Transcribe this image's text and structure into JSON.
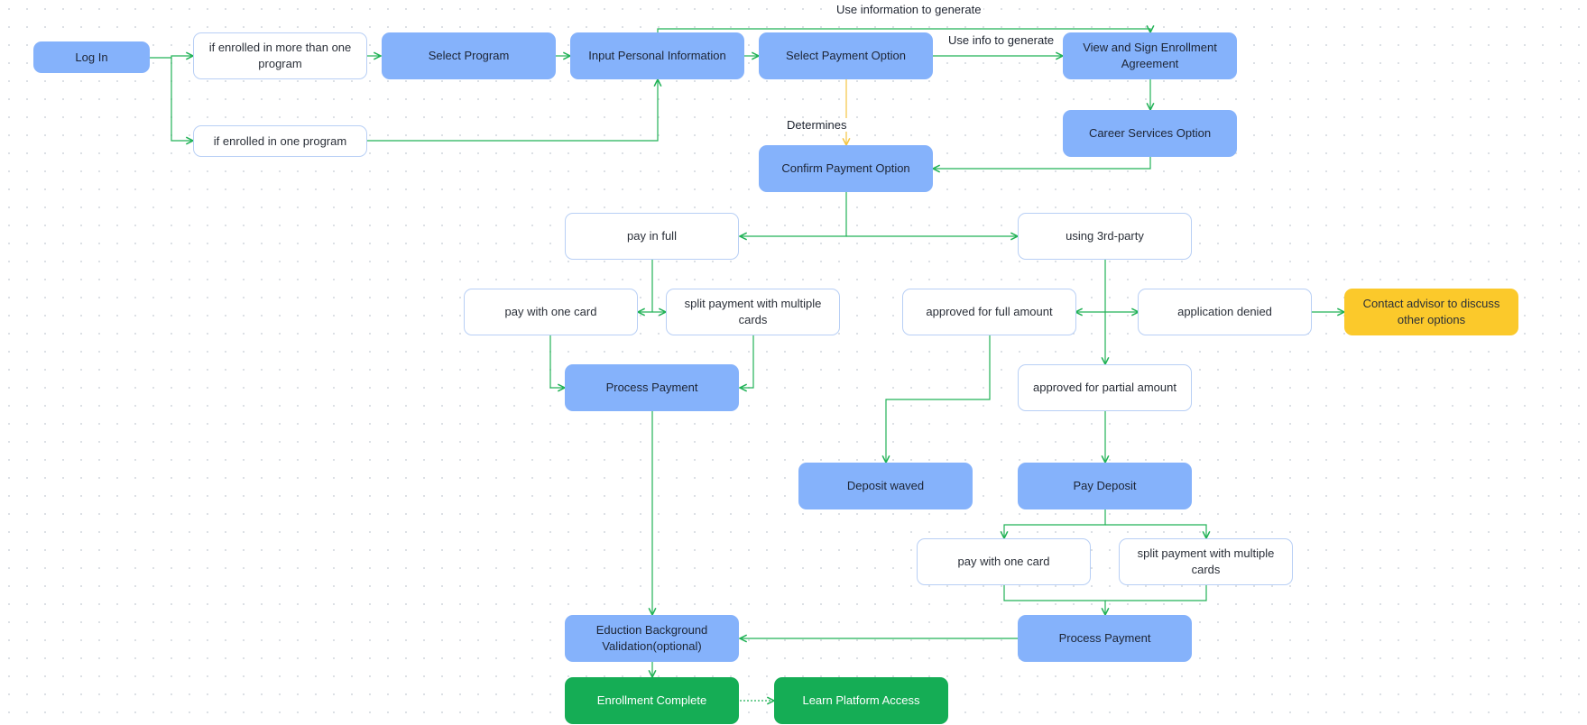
{
  "diagram": {
    "colors": {
      "edge": "#22b257",
      "edge_highlight": "#f5c542",
      "blue_node": "#85b2fb",
      "white_node_border": "#b8cff5",
      "yellow_node": "#fbc92b",
      "green_node": "#15ad55"
    },
    "nodes": {
      "login": "Log In",
      "multi_program": "if enrolled in more than one program",
      "one_program": "if enrolled in one program",
      "select_program": "Select Program",
      "input_personal": "Input Personal Information",
      "select_payment": "Select Payment Option",
      "view_sign": "View and Sign Enrollment Agreement",
      "career_services": "Career Services Option",
      "confirm_payment": "Confirm Payment Option",
      "pay_in_full": "pay in full",
      "third_party": "using 3rd-party",
      "pay_one_card": "pay with one card",
      "split_cards": "split payment with multiple cards",
      "approved_full": "approved for full amount",
      "app_denied": "application denied",
      "contact_advisor": "Contact advisor to discuss other options",
      "process_payment": "Process Payment",
      "approved_partial": "approved for partial amount",
      "deposit_waved": "Deposit waved",
      "pay_deposit": "Pay Deposit",
      "pay_one_card_2": "pay with one card",
      "split_cards_2": "split payment with multiple cards",
      "process_payment_2": "Process Payment",
      "education_validation": "Eduction Background Validation(optional)",
      "enrollment_complete": "Enrollment Complete",
      "learn_platform": "Learn Platform Access"
    },
    "edge_labels": {
      "use_info_generate_top": "Use information to generate",
      "use_info_generate": "Use info to generate",
      "determines": "Determines"
    }
  }
}
